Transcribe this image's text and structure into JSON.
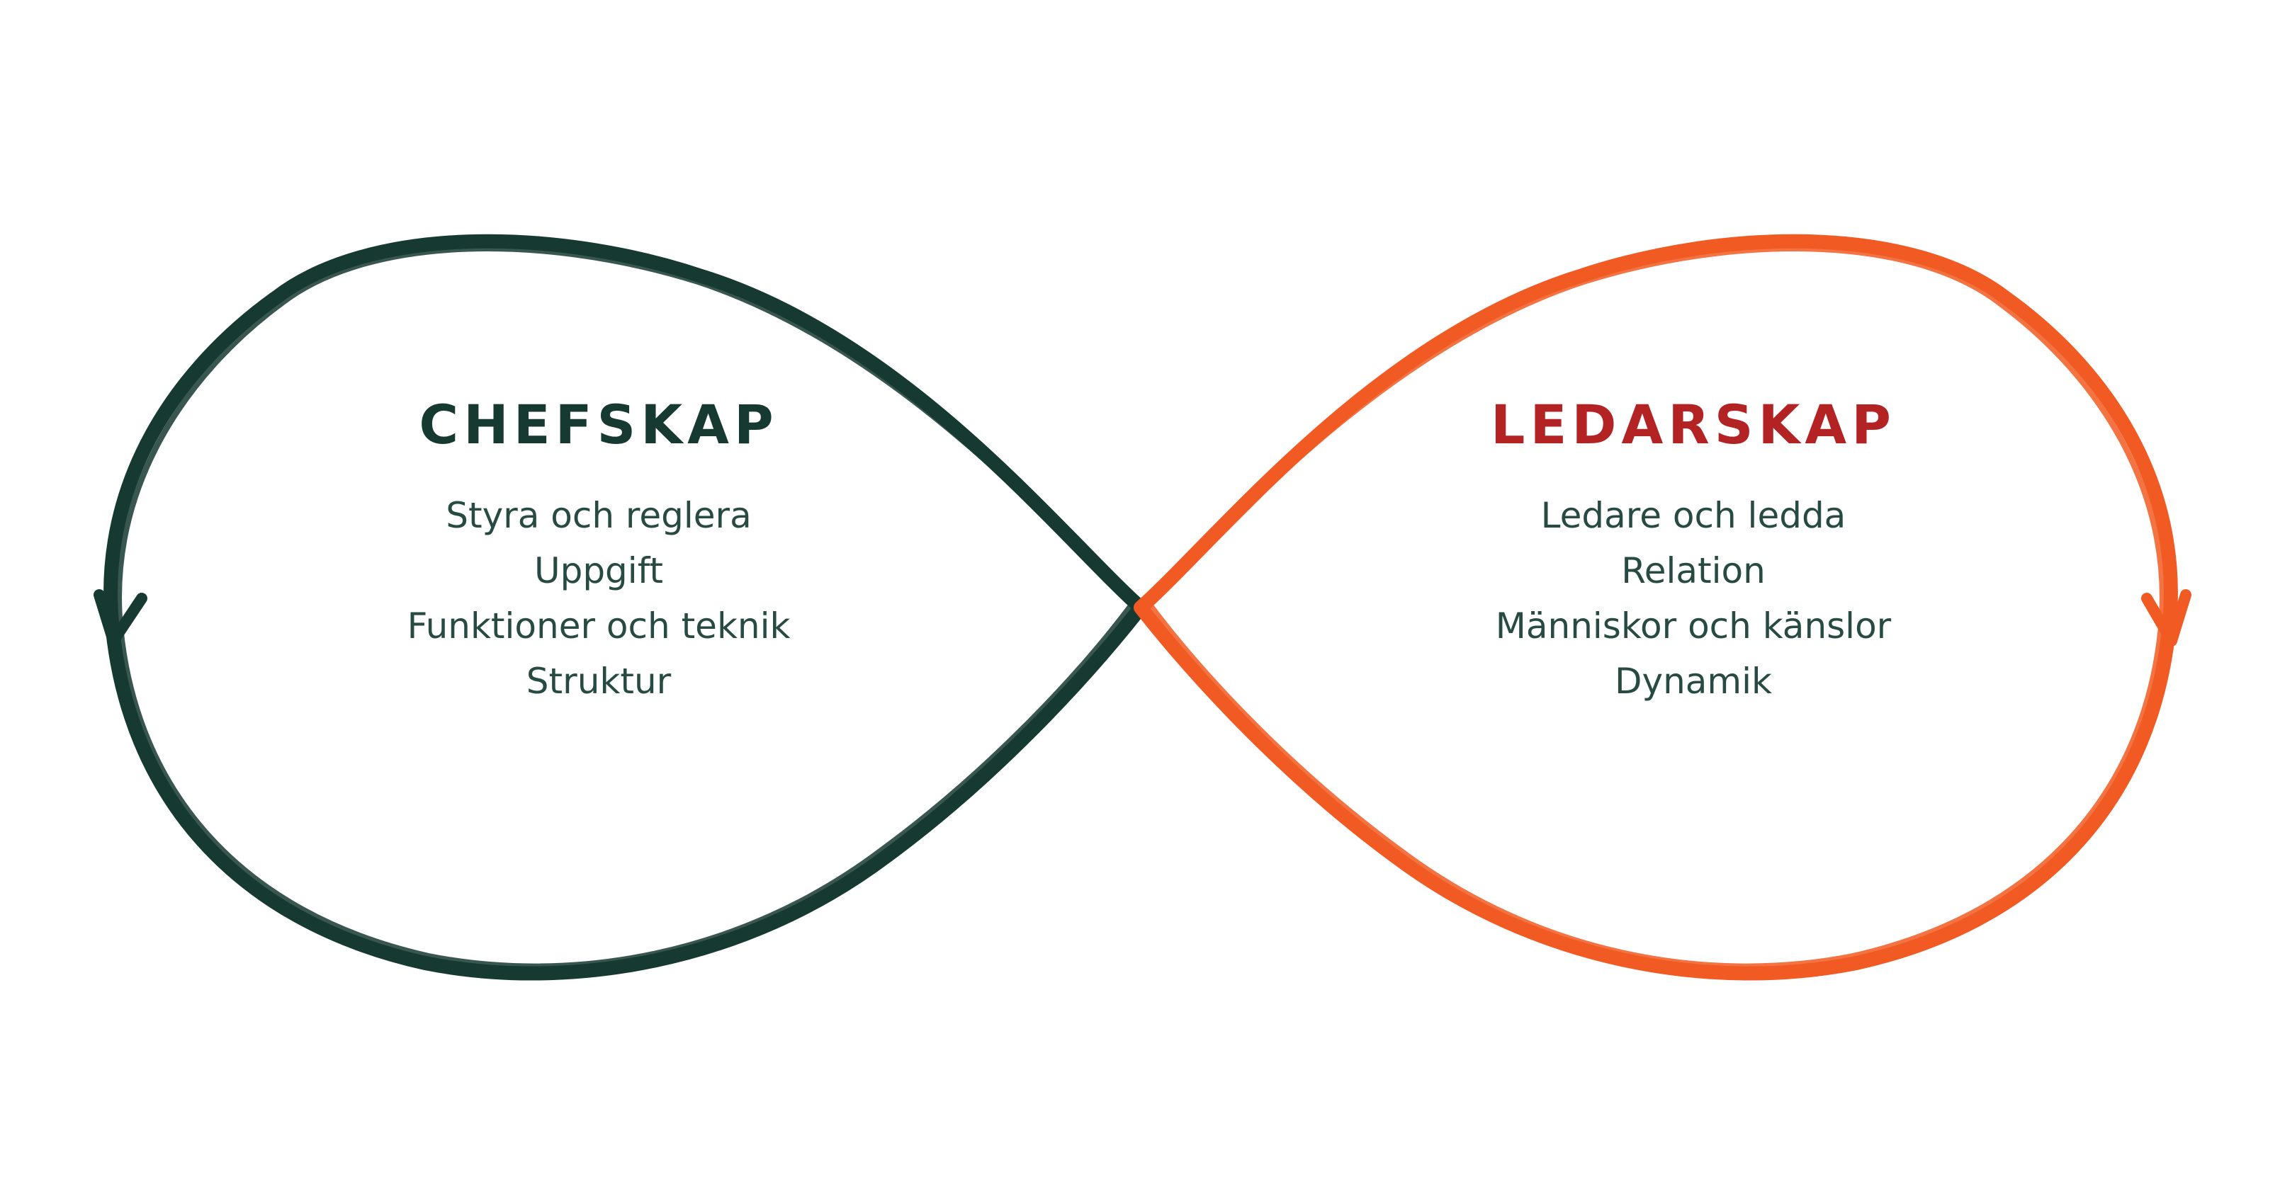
{
  "colors": {
    "left_loop": "#163a31",
    "right_loop": "#f15a22",
    "left_title": "#163a31",
    "right_title": "#b32323",
    "body_text": "#274a42",
    "background": "#ffffff"
  },
  "left": {
    "title": "CHEFSKAP",
    "items": [
      "Styra och reglera",
      "Uppgift",
      "Funktioner och teknik",
      "Struktur"
    ]
  },
  "right": {
    "title": "LEDARSKAP",
    "items": [
      "Ledare och ledda",
      "Relation",
      "Människor och känslor",
      "Dynamik"
    ]
  },
  "icons": {
    "left_arrow": "arrowhead-down-icon",
    "right_arrow": "arrowhead-down-icon"
  }
}
